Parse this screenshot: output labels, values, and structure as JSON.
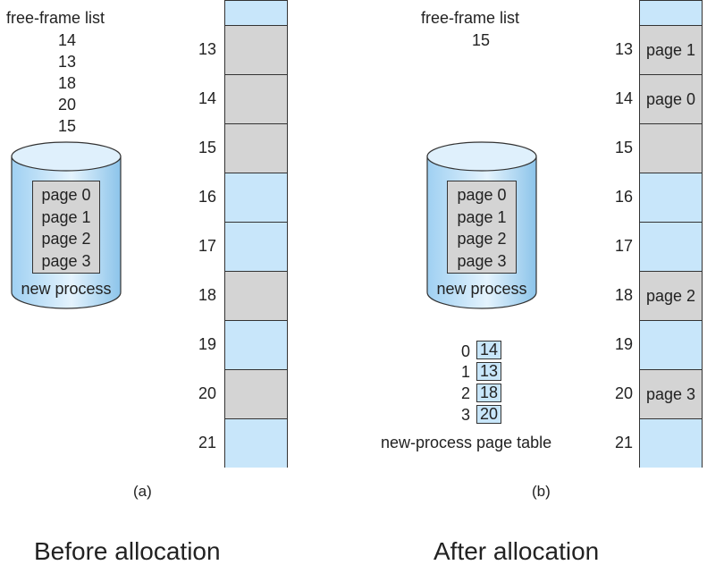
{
  "panel_a": {
    "free_frame_title": "free-frame list",
    "free_frames": [
      "14",
      "13",
      "18",
      "20",
      "15"
    ],
    "process_pages": [
      "page 0",
      "page 1",
      "page 2",
      "page 3"
    ],
    "process_label": "new process",
    "frame_numbers": [
      "13",
      "14",
      "15",
      "16",
      "17",
      "18",
      "19",
      "20",
      "21"
    ],
    "frames": [
      {
        "frame": "13",
        "used": true,
        "label": ""
      },
      {
        "frame": "14",
        "used": true,
        "label": ""
      },
      {
        "frame": "15",
        "used": true,
        "label": ""
      },
      {
        "frame": "16",
        "used": false,
        "label": ""
      },
      {
        "frame": "17",
        "used": false,
        "label": ""
      },
      {
        "frame": "18",
        "used": true,
        "label": ""
      },
      {
        "frame": "19",
        "used": false,
        "label": ""
      },
      {
        "frame": "20",
        "used": true,
        "label": ""
      },
      {
        "frame": "21",
        "used": false,
        "label": ""
      }
    ],
    "tag": "(a)",
    "caption": "Before allocation"
  },
  "panel_b": {
    "free_frame_title": "free-frame list",
    "free_frames": [
      "15"
    ],
    "process_pages": [
      "page 0",
      "page 1",
      "page 2",
      "page 3"
    ],
    "process_label": "new process",
    "page_table_indices": [
      "0",
      "1",
      "2",
      "3"
    ],
    "page_table_frames": [
      "14",
      "13",
      "18",
      "20"
    ],
    "page_table_label": "new-process page table",
    "frame_numbers": [
      "13",
      "14",
      "15",
      "16",
      "17",
      "18",
      "19",
      "20",
      "21"
    ],
    "frames": [
      {
        "frame": "13",
        "used": true,
        "label": "page 1"
      },
      {
        "frame": "14",
        "used": true,
        "label": "page 0"
      },
      {
        "frame": "15",
        "used": true,
        "label": ""
      },
      {
        "frame": "16",
        "used": false,
        "label": ""
      },
      {
        "frame": "17",
        "used": false,
        "label": ""
      },
      {
        "frame": "18",
        "used": true,
        "label": "page 2"
      },
      {
        "frame": "19",
        "used": false,
        "label": ""
      },
      {
        "frame": "20",
        "used": true,
        "label": "page 3"
      },
      {
        "frame": "21",
        "used": false,
        "label": ""
      }
    ],
    "tag": "(b)",
    "caption": "After allocation"
  }
}
